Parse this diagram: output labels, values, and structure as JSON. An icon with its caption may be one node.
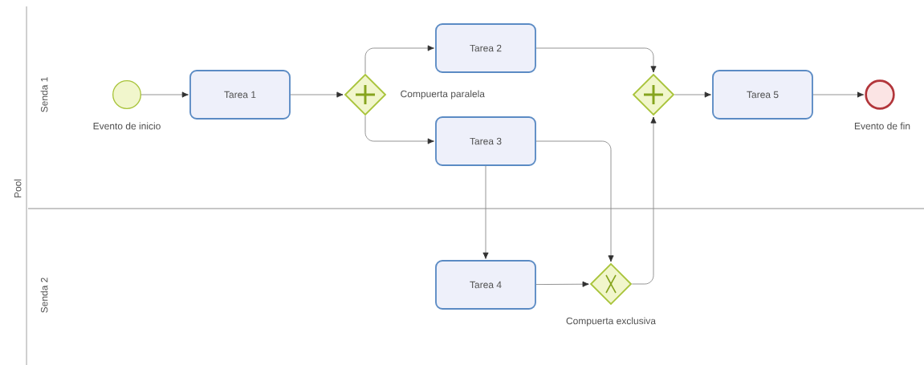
{
  "diagram": {
    "nodes": [
      {
        "text": [],
        "shape": "circle",
        "beside": [
          "Evento de inicio"
        ]
      },
      {
        "text": [
          "Tarea 1"
        ]
      },
      {
        "text": [],
        "shape": "diamond",
        "beside": [
          "Compuerta paralela"
        ]
      },
      {
        "text": [
          "Tarea 2"
        ]
      },
      {
        "text": [
          "Tarea 3"
        ]
      },
      {
        "text": [
          "Tarea 4"
        ]
      },
      {
        "text": [],
        "shape": "diamond",
        "beside": [
          "Compuerta exclusiva"
        ]
      },
      {
        "text": [],
        "shape": "diamond"
      },
      {
        "text": [
          "Tarea 5"
        ]
      },
      {
        "text": [],
        "shape": "circle",
        "beside": [
          "Evento de fin"
        ]
      }
    ],
    "edges": [
      {
        "from": 0,
        "to": 1,
        "arrow": "to"
      },
      {
        "from": 1,
        "to": 2,
        "arrow": "to"
      },
      {
        "from": 2,
        "to": 3,
        "arrow": "to"
      },
      {
        "from": 2,
        "to": 4,
        "arrow": "to"
      },
      {
        "from": 3,
        "to": 7,
        "arrow": "to"
      },
      {
        "from": 4,
        "to": 5,
        "arrow": "to"
      },
      {
        "from": 4,
        "to": 6,
        "arrow": "to"
      },
      {
        "from": 5,
        "to": 6,
        "arrow": "to"
      },
      {
        "from": 6,
        "to": 7,
        "arrow": "to"
      },
      {
        "from": 7,
        "to": 8,
        "arrow": "to"
      },
      {
        "from": 8,
        "to": 9,
        "arrow": "to"
      }
    ],
    "labels": [
      "Senda 1",
      "Pool",
      "Senda 2"
    ]
  }
}
